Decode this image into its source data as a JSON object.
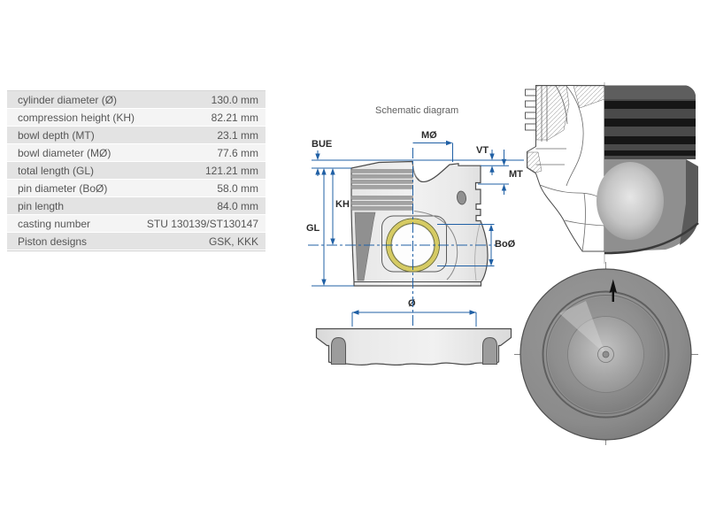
{
  "spec_table": {
    "rows": [
      {
        "label": "cylinder diameter (Ø)",
        "value": "130.0 mm"
      },
      {
        "label": "compression height (KH)",
        "value": "82.21 mm"
      },
      {
        "label": "bowl depth (MT)",
        "value": "23.1 mm"
      },
      {
        "label": "bowl diameter (MØ)",
        "value": "77.6 mm"
      },
      {
        "label": "total length (GL)",
        "value": "121.21 mm"
      },
      {
        "label": "pin diameter (BoØ)",
        "value": "58.0 mm"
      },
      {
        "label": "pin length",
        "value": "84.0 mm"
      },
      {
        "label": "casting number",
        "value": "STU 130139/ST130147"
      },
      {
        "label": "Piston designs",
        "value": "GSK, KKK"
      }
    ]
  },
  "schematic": {
    "title": "Schematic diagram",
    "dimension_labels": {
      "bue": "BUE",
      "mo": "MØ",
      "vt": "VT",
      "mt": "MT",
      "kh": "KH",
      "gl": "GL",
      "boo": "BoØ",
      "dia": "Ø"
    }
  },
  "colors": {
    "dimension_blue": "#2060a5",
    "bushing_yellow": "#d6cb63",
    "table_row_dark": "#e3e3e3",
    "table_row_light": "#f4f4f4"
  }
}
